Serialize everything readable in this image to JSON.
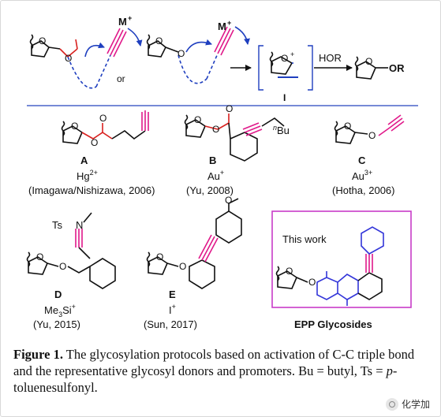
{
  "top_scheme": {
    "metal_label_1": "M",
    "metal_charge_1": "+",
    "metal_label_2": "M",
    "metal_charge_2": "+",
    "or_label": "or",
    "oxocarbenium_charge": "+",
    "intermediate_label": "I",
    "reagent_label": "HOR",
    "product_substituent": "OR"
  },
  "donors": [
    {
      "id": "A",
      "promoter": "Hg",
      "promoter_charge": "2+",
      "reference": "(Imagawa/Nishizawa, 2006)"
    },
    {
      "id": "B",
      "promoter": "Au",
      "promoter_charge": "+",
      "reference": "(Yu, 2008)",
      "substituent_prefix": "n",
      "substituent": "Bu"
    },
    {
      "id": "C",
      "promoter": "Au",
      "promoter_charge": "3+",
      "reference": "(Hotha, 2006)"
    },
    {
      "id": "D",
      "promoter": "Me",
      "promoter_sub": "3",
      "promoter_tail": "Si",
      "promoter_charge": "+",
      "reference": "(Yu, 2015)",
      "ts_label": "Ts",
      "n_label": "N"
    },
    {
      "id": "E",
      "promoter": "I",
      "promoter_charge": "+",
      "reference": "(Sun, 2017)"
    }
  ],
  "this_work": {
    "label": "This work",
    "name": "EPP Glycosides"
  },
  "caption": {
    "figure_label": "Figure 1.",
    "text_1": " The glycosylation protocols based on activation of C-C triple bond and the representative glycosyl donors and promoters. Bu = butyl, Ts = ",
    "italic_p": "p",
    "text_2": "-toluenesulfonyl."
  },
  "watermark": {
    "text": "化学加"
  },
  "colors": {
    "metal_blue": "#1f3fbf",
    "alkyne_magenta": "#e0198a",
    "divider_blue": "#4a63c9",
    "box_magenta": "#c83cc8",
    "ester_red": "#d8211f",
    "epp_blue": "#3336d9"
  }
}
